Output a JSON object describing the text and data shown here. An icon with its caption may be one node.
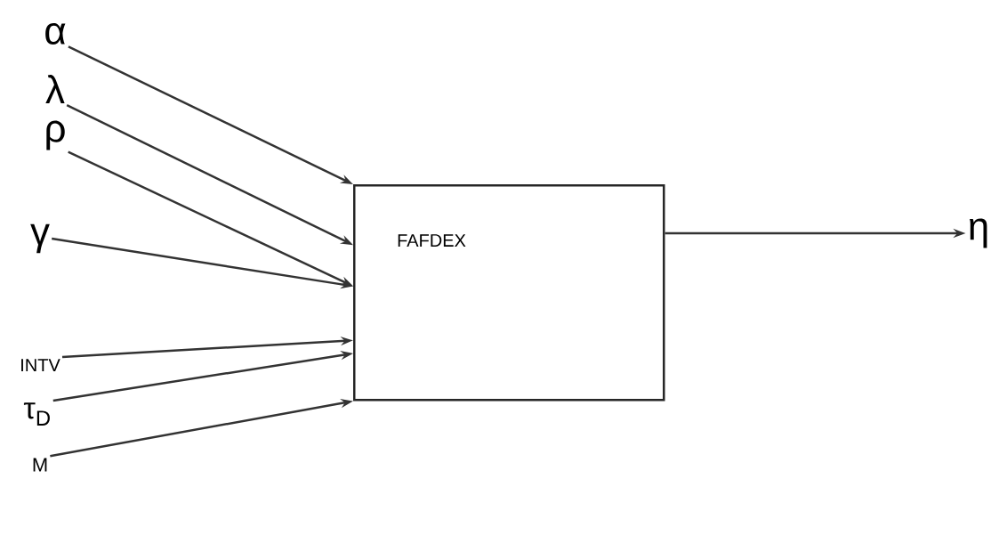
{
  "diagram": {
    "nodes": [
      {
        "text": [
          "α"
        ]
      },
      {
        "text": [
          "λ"
        ]
      },
      {
        "text": [
          "ρ"
        ]
      },
      {
        "text": [
          "γ"
        ]
      },
      {
        "text": [
          "INTV"
        ]
      },
      {
        "text": [
          "τ$_{D}$"
        ]
      },
      {
        "text": [
          "M"
        ]
      },
      {
        "text": [
          "FAFDEX"
        ]
      },
      {
        "text": [
          "η"
        ]
      }
    ],
    "edges": [
      {
        "from": 0,
        "to": 7,
        "arrow": "to"
      },
      {
        "from": 1,
        "to": 7,
        "arrow": "to"
      },
      {
        "from": 2,
        "to": 7,
        "arrow": "to"
      },
      {
        "from": 3,
        "to": 7,
        "arrow": "to"
      },
      {
        "from": 4,
        "to": 7,
        "arrow": "to"
      },
      {
        "from": 5,
        "to": 7,
        "arrow": "to"
      },
      {
        "from": 6,
        "to": 7,
        "arrow": "to"
      },
      {
        "from": 7,
        "to": 8,
        "arrow": "to"
      }
    ]
  }
}
